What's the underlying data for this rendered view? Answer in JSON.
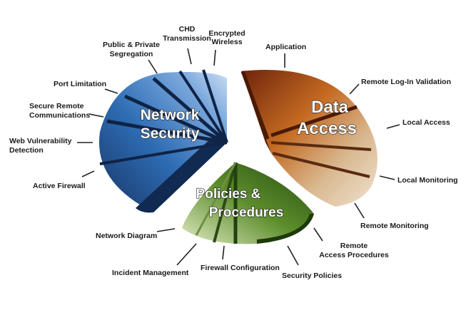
{
  "sections": {
    "network_security": {
      "title_lines": [
        "Network",
        "Security"
      ],
      "labels": {
        "chd_transmission": [
          "CHD",
          "Transmission"
        ],
        "encrypted_wireless": [
          "Encrypted",
          "Wireless"
        ],
        "public_private_segregation": [
          "Public & Private",
          "Segregation"
        ],
        "port_limitation": [
          "Port Limitation"
        ],
        "secure_remote_communications": [
          "Secure Remote",
          "Communications"
        ],
        "web_vulnerability_detection": [
          "Web Vulnerability",
          "Detection"
        ],
        "active_firewall": [
          "Active Firewall"
        ]
      }
    },
    "data_access": {
      "title_lines": [
        "Data",
        "Access"
      ],
      "labels": {
        "application": [
          "Application"
        ],
        "remote_login_validation": [
          "Remote Log-In Validation"
        ],
        "local_access": [
          "Local Access"
        ],
        "local_monitoring": [
          "Local Monitoring"
        ],
        "remote_monitoring": [
          "Remote Monitoring"
        ]
      }
    },
    "policies_procedures": {
      "title_lines": [
        "Policies &",
        "Procedures"
      ],
      "labels": {
        "network_diagram": [
          "Network Diagram"
        ],
        "incident_management": [
          "Incident Management"
        ],
        "firewall_configuration": [
          "Firewall Configuration"
        ],
        "security_policies": [
          "Security Policies"
        ],
        "remote_access_procedures": [
          "Remote",
          "Access Procedures"
        ]
      }
    }
  },
  "colors": {
    "network_dark": "#1c3f78",
    "network_mid": "#2f6fb6",
    "network_light": "#a9c8ea",
    "data_dark": "#7a2c10",
    "data_mid": "#c0641f",
    "data_light": "#ecdcc3",
    "policy_dark": "#2f5a17",
    "policy_mid": "#5e8f2c",
    "policy_light": "#d8e4b6"
  }
}
